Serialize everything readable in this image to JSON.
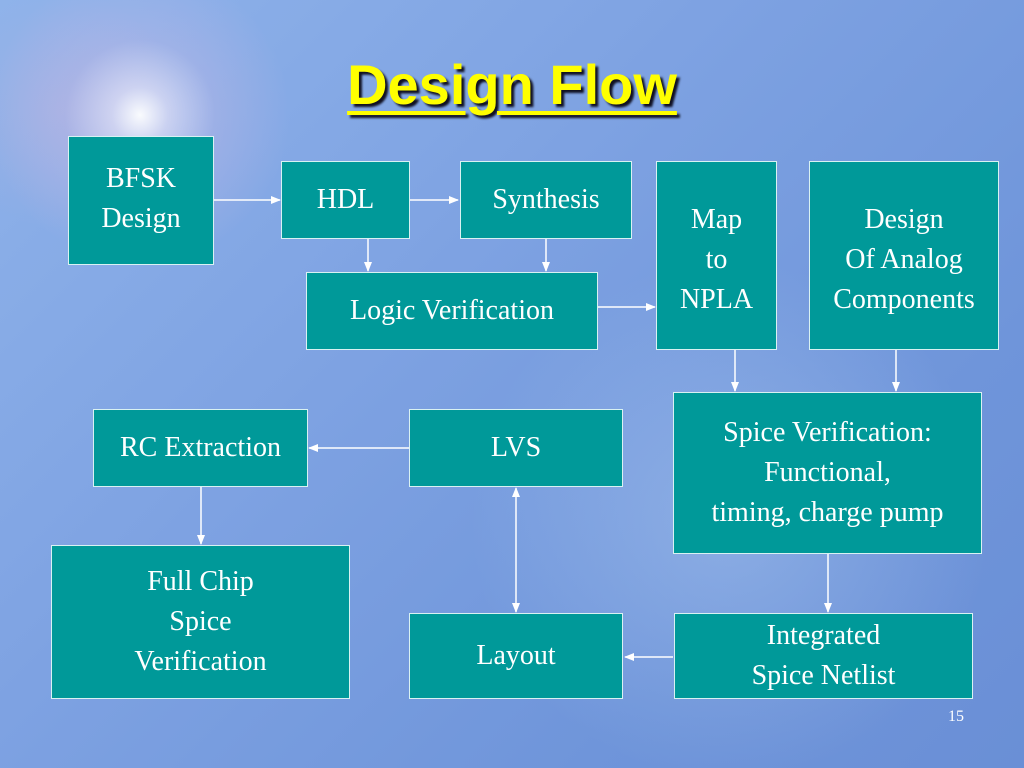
{
  "slide": {
    "title": "Design Flow",
    "page_number": "15"
  },
  "nodes": {
    "bfsk_design": "BFSK\nDesign",
    "hdl": "HDL",
    "synthesis": "Synthesis",
    "map_to_npla": "Map\nto\nNPLA",
    "design_analog": "Design\nOf Analog\nComponents",
    "logic_verification": "Logic Verification",
    "spice_verification": "Spice Verification:\nFunctional,\ntiming, charge pump",
    "rc_extraction": "RC Extraction",
    "lvs": "LVS",
    "full_chip": "Full Chip\nSpice\nVerification",
    "layout": "Layout",
    "integrated_netlist": "Integrated\nSpice Netlist"
  },
  "edges": [
    {
      "from": "bfsk_design",
      "to": "hdl"
    },
    {
      "from": "hdl",
      "to": "synthesis"
    },
    {
      "from": "hdl",
      "to": "logic_verification"
    },
    {
      "from": "synthesis",
      "to": "logic_verification"
    },
    {
      "from": "logic_verification",
      "to": "map_to_npla"
    },
    {
      "from": "map_to_npla",
      "to": "spice_verification"
    },
    {
      "from": "design_analog",
      "to": "spice_verification"
    },
    {
      "from": "spice_verification",
      "to": "integrated_netlist"
    },
    {
      "from": "integrated_netlist",
      "to": "layout"
    },
    {
      "from": "layout",
      "to": "lvs",
      "bidirectional": true
    },
    {
      "from": "lvs",
      "to": "rc_extraction"
    },
    {
      "from": "rc_extraction",
      "to": "full_chip"
    }
  ],
  "colors": {
    "box_fill": "#009999",
    "title_text": "#ffff00",
    "arrow": "#ffffff"
  }
}
